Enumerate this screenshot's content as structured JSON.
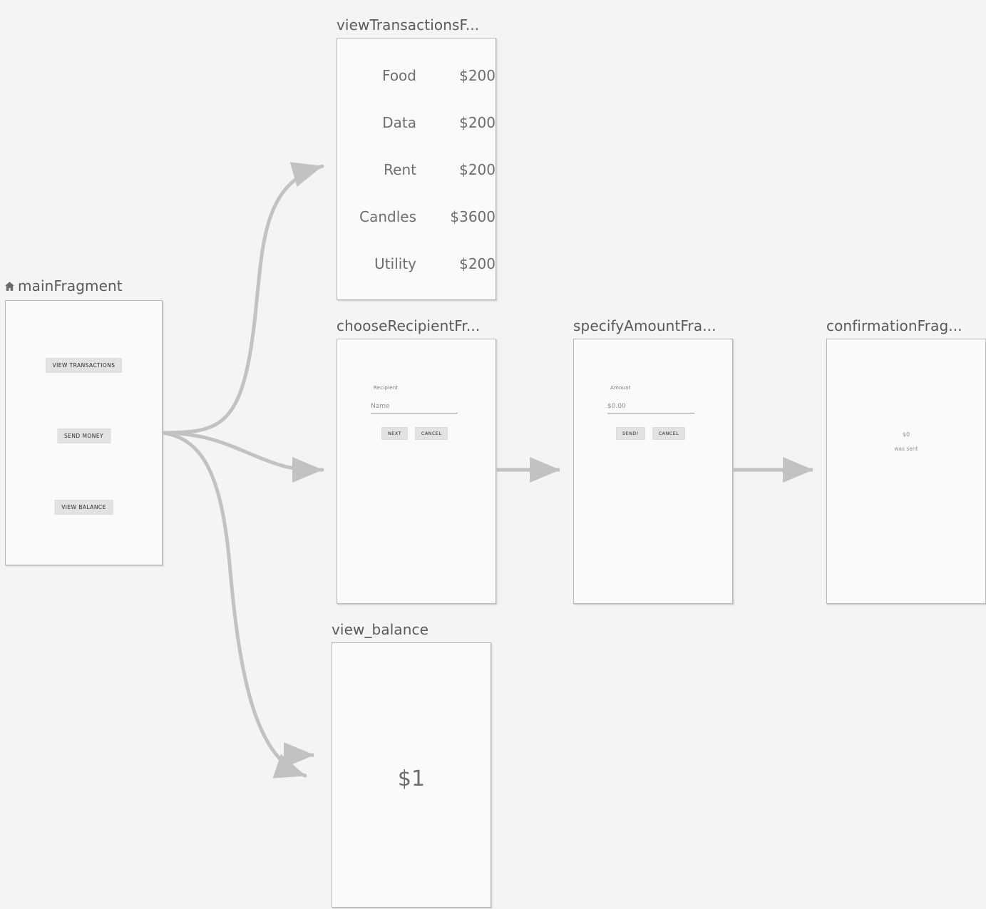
{
  "canvas": {
    "background": "#f4f4f4",
    "edge_color": "#c2c2c2",
    "frame_border": "#b8b8b8",
    "frame_fill": "#fafafa",
    "title_color": "#5a5a5a"
  },
  "destinations": {
    "main": {
      "title": "mainFragment",
      "start_icon": "home-icon",
      "buttons": [
        {
          "label": "VIEW TRANSACTIONS"
        },
        {
          "label": "SEND MONEY"
        },
        {
          "label": "VIEW BALANCE"
        }
      ]
    },
    "view_transactions": {
      "title": "viewTransactionsF...",
      "rows": [
        {
          "name": "Food",
          "amount": "$200"
        },
        {
          "name": "Data",
          "amount": "$200"
        },
        {
          "name": "Rent",
          "amount": "$200"
        },
        {
          "name": "Candles",
          "amount": "$3600"
        },
        {
          "name": "Utility",
          "amount": "$200"
        }
      ]
    },
    "choose_recipient": {
      "title": "chooseRecipientFr...",
      "field_label": "Recipient",
      "field_value": "Name",
      "primary_label": "NEXT",
      "secondary_label": "CANCEL"
    },
    "specify_amount": {
      "title": "specifyAmountFra...",
      "field_label": "Amount",
      "field_value": "$0.00",
      "primary_label": "SEND!",
      "secondary_label": "CANCEL"
    },
    "confirmation": {
      "title": "confirmationFrag...",
      "amount": "$0",
      "sub": "was sent"
    },
    "view_balance": {
      "title": "view_balance",
      "balance": "$1"
    }
  }
}
